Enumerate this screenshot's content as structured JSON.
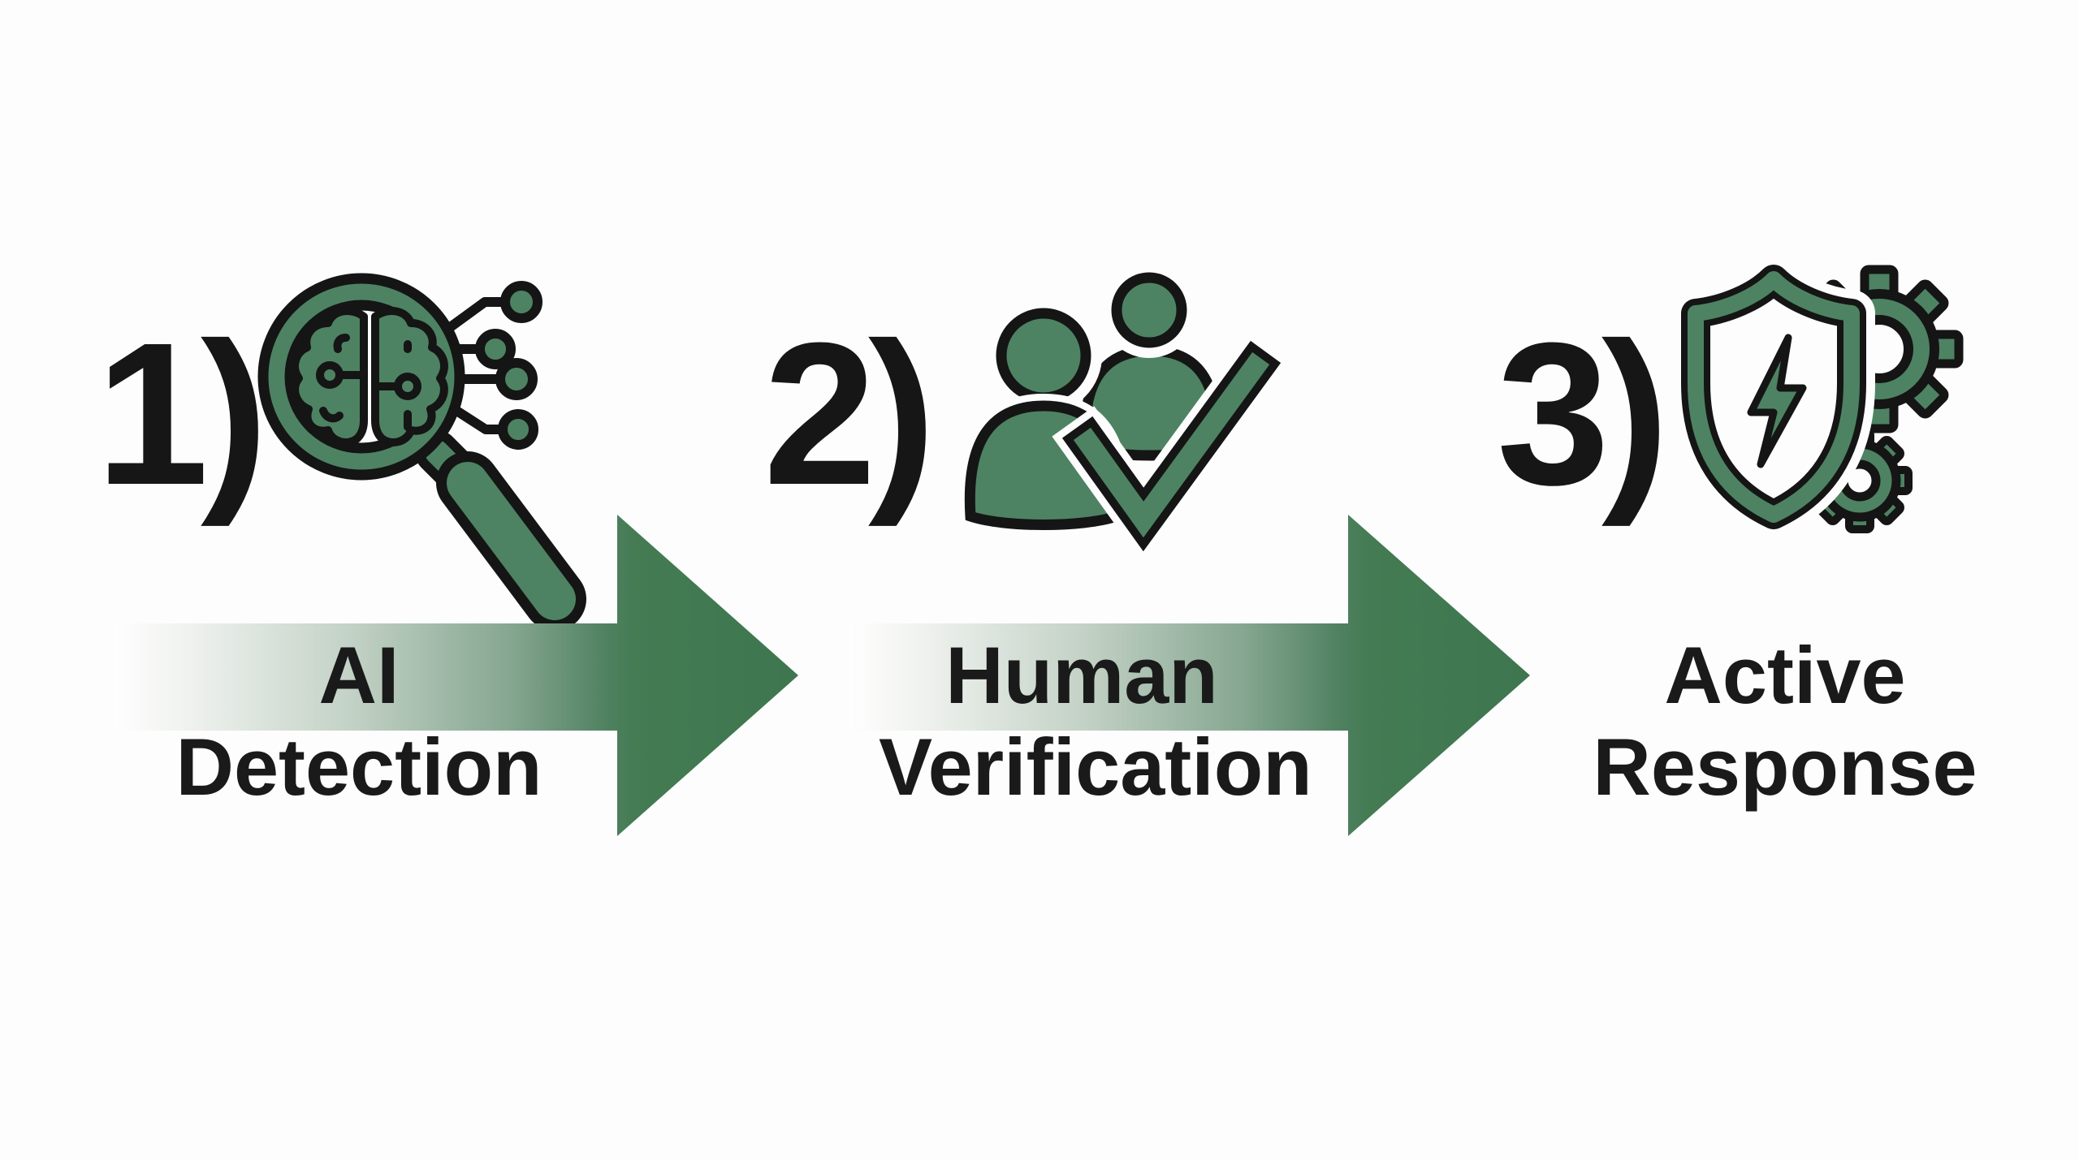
{
  "diagram": {
    "type": "process-flow",
    "background_color": "#fdfdfd",
    "colors": {
      "icon_green": "#4d8362",
      "arrow_head_green": "#3e7950",
      "arrow_gradient_start": "#fefefe",
      "outline_black": "#151515",
      "text_black": "#1a1a1a"
    },
    "steps": [
      {
        "number_label": "1)",
        "label_line1": "AI",
        "label_line2": "Detection",
        "icon": "brain-magnifier-circuit-icon"
      },
      {
        "number_label": "2)",
        "label_line1": "Human",
        "label_line2": "Verification",
        "icon": "people-checkmark-icon"
      },
      {
        "number_label": "3)",
        "label_line1": "Active",
        "label_line2": "Response",
        "icon": "shield-lightning-gears-icon"
      }
    ],
    "arrows": [
      {
        "between": "step 1 and step 2",
        "direction": "right"
      },
      {
        "between": "step 2 and step 3",
        "direction": "right"
      }
    ]
  }
}
